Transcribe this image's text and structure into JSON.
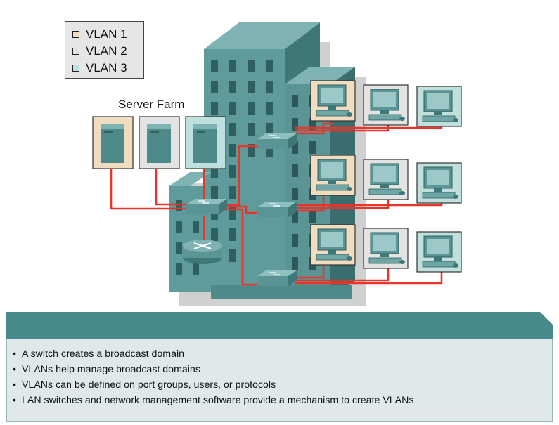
{
  "legend": {
    "items": [
      {
        "label": "VLAN 1",
        "color": "#f2dcbf"
      },
      {
        "label": "VLAN 2",
        "color": "#e3e3e3"
      },
      {
        "label": "VLAN 3",
        "color": "#bfe0dc"
      }
    ]
  },
  "server_farm_label": "Server Farm",
  "colors": {
    "building": "#5f9b9b",
    "building_dark": "#3f7676",
    "window": "#2f5f5f",
    "link": "#e8342a",
    "header": "#478b8b",
    "panel": "#dfe9e9"
  },
  "icons": [
    "server-icon",
    "switch-icon",
    "router-icon",
    "workstation-icon",
    "building-icon"
  ],
  "bullets": [
    "A switch creates a broadcast domain",
    "VLANs help manage broadcast domains",
    "VLANs can be defined on port groups, users, or protocols",
    "LAN switches and network management software provide a mechanism to create VLANs"
  ]
}
